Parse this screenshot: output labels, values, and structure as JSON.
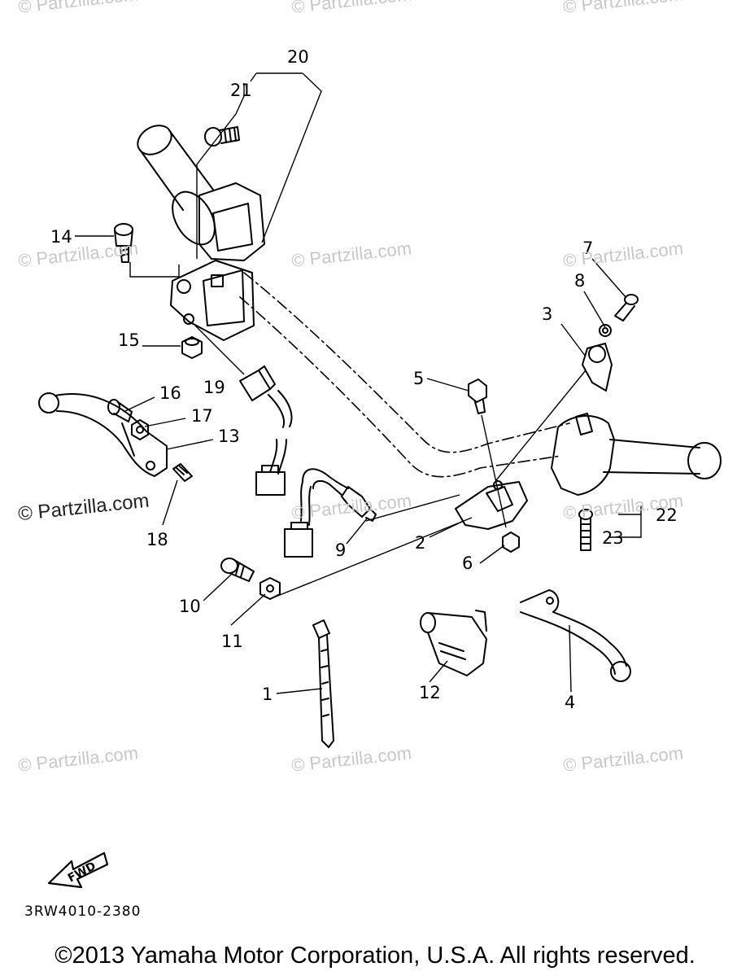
{
  "watermark": {
    "text": "© Partzilla.com",
    "highlighted_text": "© Partzilla.com"
  },
  "callouts": {
    "c1": "1",
    "c2": "2",
    "c3": "3",
    "c4": "4",
    "c5": "5",
    "c6": "6",
    "c7": "7",
    "c8": "8",
    "c9": "9",
    "c10": "10",
    "c11": "11",
    "c12": "12",
    "c13": "13",
    "c14": "14",
    "c15": "15",
    "c16": "16",
    "c17": "17",
    "c18": "18",
    "c19": "19",
    "c20": "20",
    "c21": "21",
    "c22": "22",
    "c23": "23"
  },
  "fwd_label": "FWD",
  "diagram_code": "3RW4010-2380",
  "copyright": "©2013 Yamaha Motor Corporation, U.S.A. All rights reserved."
}
